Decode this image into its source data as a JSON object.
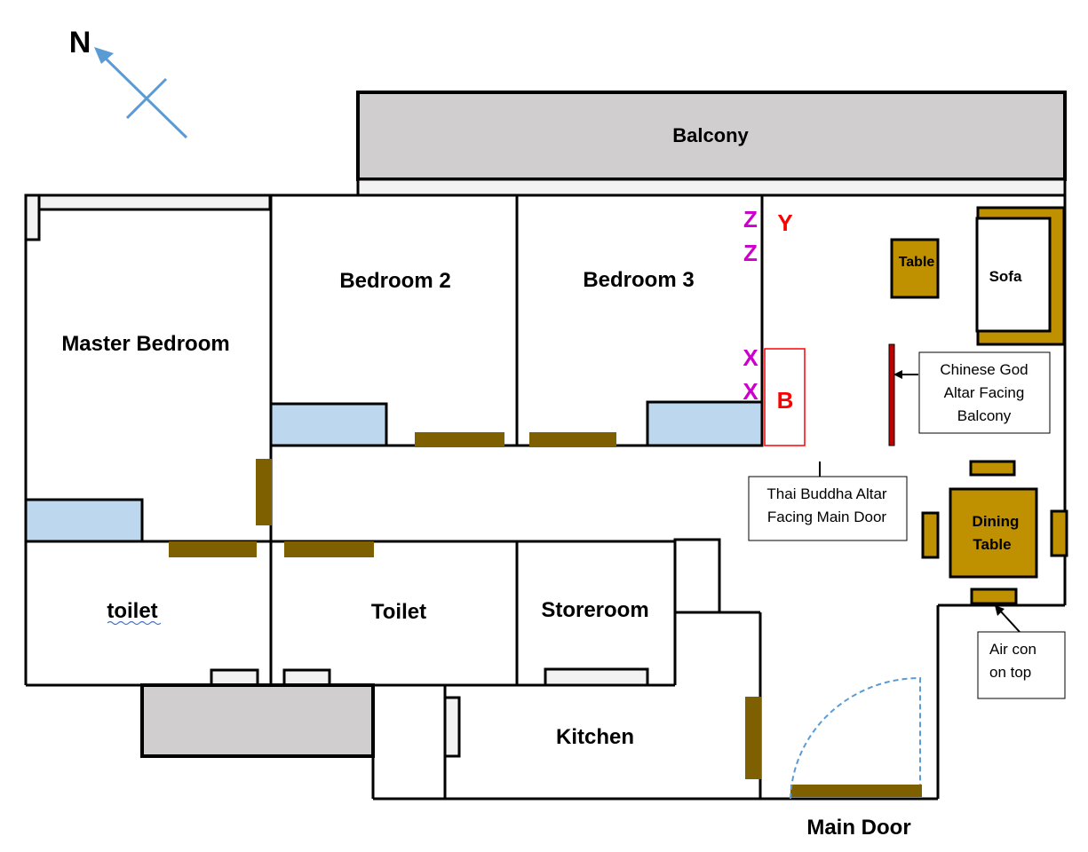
{
  "compass": {
    "letter": "N",
    "color": "#5B9BD5"
  },
  "rooms": {
    "balcony": "Balcony",
    "master_bedroom": "Master Bedroom",
    "bedroom2": "Bedroom 2",
    "bedroom3": "Bedroom 3",
    "toilet_small": "toilet",
    "toilet": "Toilet",
    "storeroom": "Storeroom",
    "kitchen": "Kitchen",
    "main_door": "Main Door"
  },
  "furniture": {
    "table": "Table",
    "sofa": "Sofa",
    "dining_line1": "Dining",
    "dining_line2": "Table"
  },
  "markers": {
    "z1": "Z",
    "z2": "Z",
    "y": "Y",
    "x1": "X",
    "x2": "X",
    "b": "B"
  },
  "callouts": {
    "chinese_altar": [
      "Chinese God",
      "Altar Facing",
      "Balcony"
    ],
    "thai_altar": [
      "Thai Buddha Altar",
      "Facing Main Door"
    ],
    "aircon": [
      "Air con",
      "on top"
    ]
  },
  "colors": {
    "wall": "#000000",
    "balcony_fill": "#D0CECE",
    "window_fill": "#BDD7EE",
    "door_fill": "#7F6000",
    "furniture_fill": "#BF9000",
    "marker_purple": "#CC00CC",
    "marker_red": "#FF0000",
    "door_swing": "#5B9BD5"
  }
}
